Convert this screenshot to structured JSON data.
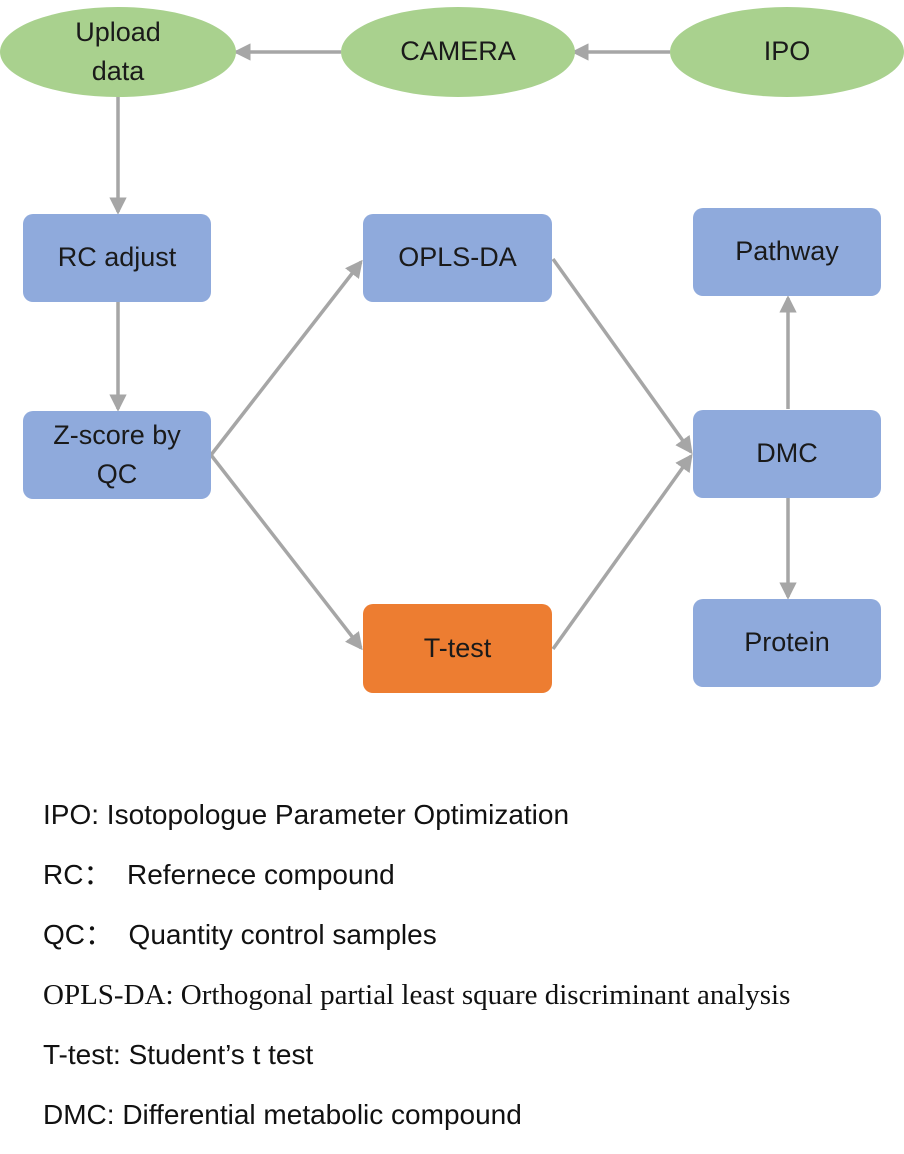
{
  "nodes": {
    "upload": "Upload\ndata",
    "camera": "CAMERA",
    "ipo": "IPO",
    "rc_adjust": "RC adjust",
    "zscore": "Z-score by\nQC",
    "oplsda": "OPLS-DA",
    "ttest": "T-test",
    "pathway": "Pathway",
    "dmc": "DMC",
    "protein": "Protein"
  },
  "legend": [
    "IPO: Isotopologue Parameter Optimization",
    "RC：  Refernece compound",
    "QC：  Quantity control samples",
    "OPLS-DA: Orthogonal partial least square discriminant analysis",
    "T-test: Student’s t test",
    "DMC: Differential metabolic compound"
  ],
  "colors": {
    "ellipse_fill": "#a9d18e",
    "box_fill": "#8faadc",
    "highlight_fill": "#ed7d31",
    "arrow": "#a6a6a6"
  }
}
